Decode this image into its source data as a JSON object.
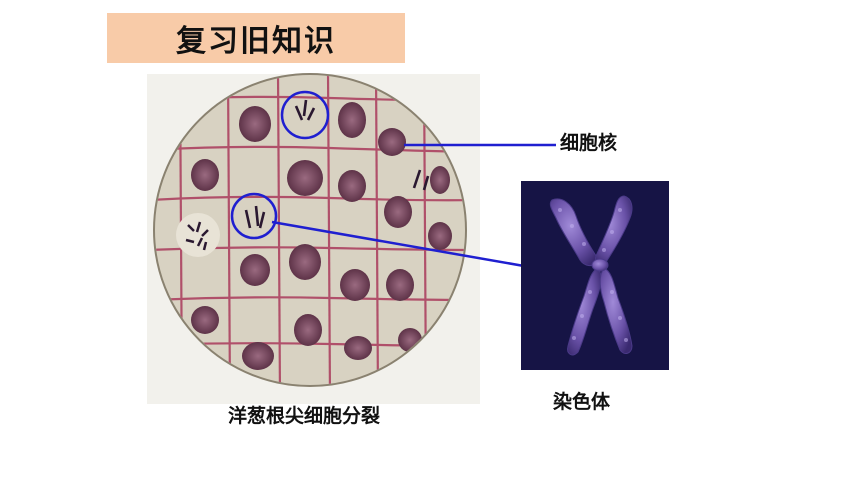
{
  "slide": {
    "title": "复习旧知识",
    "labels": {
      "nucleus": "细胞核",
      "chromosome": "染色体",
      "caption": "洋葱根尖细胞分裂"
    }
  },
  "colors": {
    "title_bg": "#f8cba8",
    "leader_line": "#1f1fd0",
    "circle_highlight": "#1f1fd0",
    "micrograph_bg": "#d4cfc0",
    "cell_wall": "#b0506a",
    "nucleus": "#7a4a60",
    "chromosome_panel_bg": "#1a1a4a",
    "chromosome": "#6a52a8"
  }
}
